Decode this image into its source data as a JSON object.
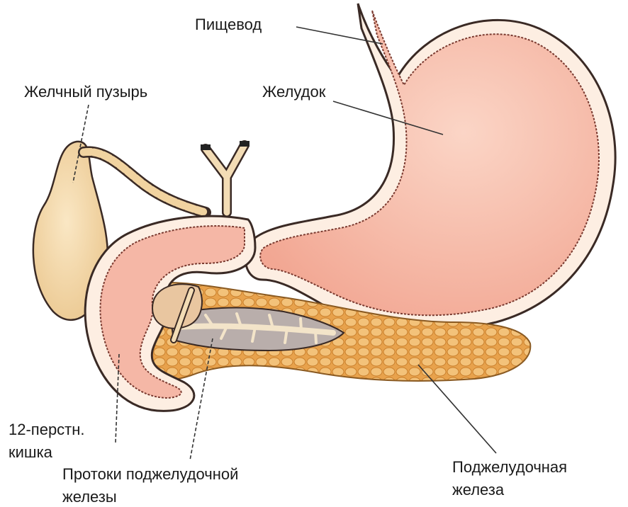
{
  "labels": {
    "esophagus": "Пищевод",
    "gallbladder": "Желчный пузырь",
    "stomach": "Желудок",
    "duodenum_line1": "12-перстн.",
    "duodenum_line2": "кишка",
    "ducts_line1": "Протоки поджелудочной",
    "ducts_line2": "железы",
    "pancreas_line1": "Поджелудочная",
    "pancreas_line2": "железа"
  },
  "colors": {
    "stomach_fill": "#f6b3a2",
    "stomach_inner": "#fad3c4",
    "wall_band": "#fdeee2",
    "outline": "#3a2a25",
    "gallbladder_fill": "#f4d9a8",
    "pancreas_fill": "#e8a24c",
    "pancreas_lobule": "#f3c27a",
    "duct_fill": "#b9aeab",
    "leader_line": "#333333"
  }
}
